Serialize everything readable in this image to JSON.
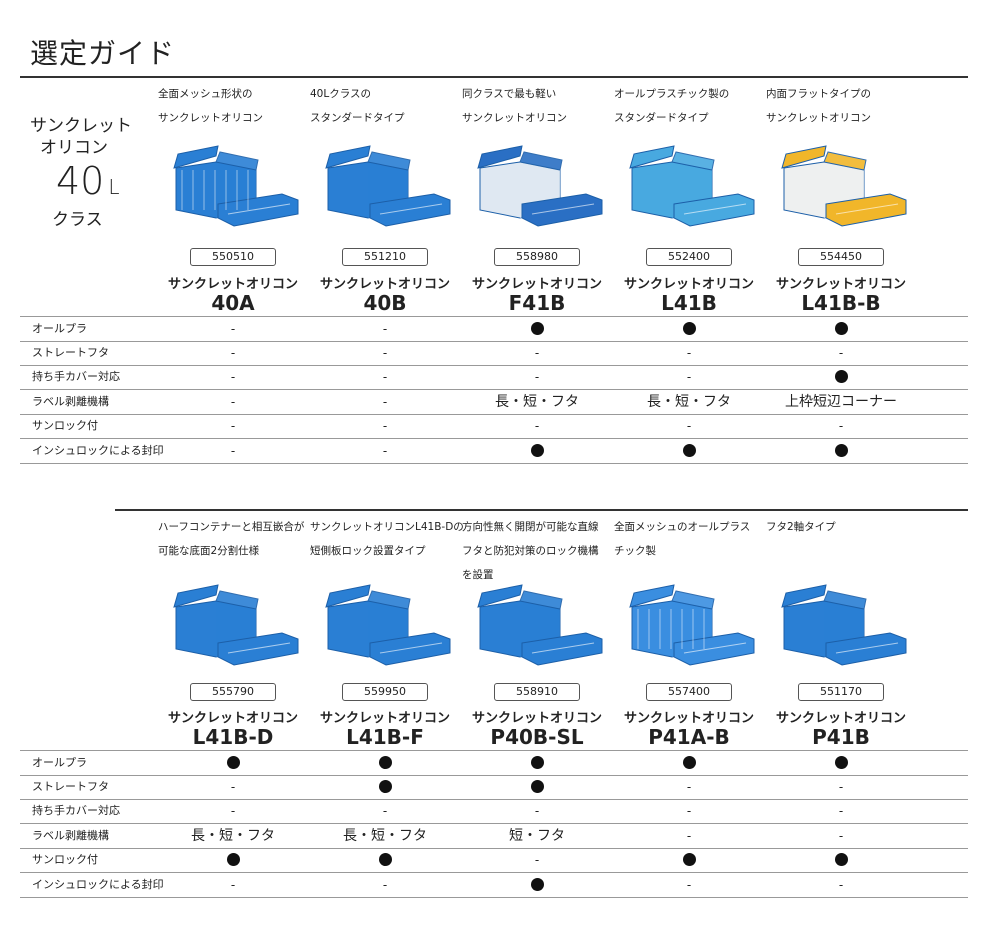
{
  "title": "選定ガイド",
  "lead": {
    "line1": "サンクレット",
    "line2": "オリコン",
    "big": "40",
    "unit": "L",
    "line4": "クラス"
  },
  "section1": {
    "products": [
      {
        "desc1": "全面メッシュ形状の",
        "desc2": "サンクレットオリコン",
        "code": "550510",
        "name": "サンクレットオリコン",
        "model": "40A",
        "image_icon": "blue-mesh-container-image",
        "color": "#2a7fd4",
        "lid_color": "#2a7fd4"
      },
      {
        "desc1": "40Lクラスの",
        "desc2": "スタンダードタイプ",
        "code": "551210",
        "name": "サンクレットオリコン",
        "model": "40B",
        "image_icon": "blue-standard-container-image",
        "color": "#2a7fd4",
        "lid_color": "#2a7fd4"
      },
      {
        "desc1": "同クラスで最も軽い",
        "desc2": "サンクレットオリコン",
        "code": "558980",
        "name": "サンクレットオリコン",
        "model": "F41B",
        "image_icon": "clear-body-blue-lid-container-image",
        "color": "#dfe8f2",
        "lid_color": "#2a6fc4"
      },
      {
        "desc1": "オールプラスチック製の",
        "desc2": "スタンダードタイプ",
        "code": "552400",
        "name": "サンクレットオリコン",
        "model": "L41B",
        "image_icon": "lightblue-container-image",
        "color": "#48a9e0",
        "lid_color": "#48a9e0"
      },
      {
        "desc1": "内面フラットタイプの",
        "desc2": "サンクレットオリコン",
        "code": "554450",
        "name": "サンクレットオリコン",
        "model": "L41B-B",
        "image_icon": "clear-body-yellow-lid-container-image",
        "color": "#eef0f0",
        "lid_color": "#f1b62a"
      }
    ],
    "rows": [
      {
        "label": "オールプラ",
        "values": [
          "-",
          "-",
          "●",
          "●",
          "●"
        ]
      },
      {
        "label": "ストレートフタ",
        "values": [
          "-",
          "-",
          "-",
          "-",
          "-"
        ]
      },
      {
        "label": "持ち手カバー対応",
        "values": [
          "-",
          "-",
          "-",
          "-",
          "●"
        ]
      },
      {
        "label": "ラベル剥離機構",
        "values": [
          "-",
          "-",
          "長・短・フタ",
          "長・短・フタ",
          "上枠短辺コーナー"
        ]
      },
      {
        "label": "サンロック付",
        "values": [
          "-",
          "-",
          "-",
          "-",
          "-"
        ]
      },
      {
        "label": "インシュロックによる封印",
        "values": [
          "-",
          "-",
          "●",
          "●",
          "●"
        ]
      }
    ]
  },
  "section2": {
    "products": [
      {
        "desc1": "ハーフコンテナーと相互嵌合が",
        "desc2": "可能な底面2分割仕様",
        "desc3": "",
        "code": "555790",
        "name": "サンクレットオリコン",
        "model": "L41B-D",
        "image_icon": "blue-halfsplit-container-image",
        "color": "#2a7fd4",
        "lid_color": "#2a7fd4"
      },
      {
        "desc1": "サンクレットオリコンL41B-Dの",
        "desc2": "短側板ロック設置タイプ",
        "desc3": "",
        "code": "559950",
        "name": "サンクレットオリコン",
        "model": "L41B-F",
        "image_icon": "blue-lock-container-image",
        "color": "#2a7fd4",
        "lid_color": "#2a7fd4"
      },
      {
        "desc1": "方向性無く開閉が可能な直線",
        "desc2": "フタと防犯対策のロック機構",
        "desc3": "を設置",
        "code": "558910",
        "name": "サンクレットオリコン",
        "model": "P40B-SL",
        "image_icon": "blue-straight-lid-container-image",
        "color": "#2a7fd4",
        "lid_color": "#2a7fd4"
      },
      {
        "desc1": "全面メッシュのオールプラス",
        "desc2": "チック製",
        "desc3": "",
        "code": "557400",
        "name": "サンクレットオリコン",
        "model": "P41A-B",
        "image_icon": "blue-mesh-plastic-container-image",
        "color": "#3a8ee0",
        "lid_color": "#3a8ee0"
      },
      {
        "desc1": "フタ2軸タイプ",
        "desc2": "",
        "desc3": "",
        "code": "551170",
        "name": "サンクレットオリコン",
        "model": "P41B",
        "image_icon": "blue-twoaxis-lid-container-image",
        "color": "#2a7fd4",
        "lid_color": "#2a7fd4"
      }
    ],
    "rows": [
      {
        "label": "オールプラ",
        "values": [
          "●",
          "●",
          "●",
          "●",
          "●"
        ]
      },
      {
        "label": "ストレートフタ",
        "values": [
          "-",
          "●",
          "●",
          "-",
          "-"
        ]
      },
      {
        "label": "持ち手カバー対応",
        "values": [
          "-",
          "-",
          "-",
          "-",
          "-"
        ]
      },
      {
        "label": "ラベル剥離機構",
        "values": [
          "長・短・フタ",
          "長・短・フタ",
          "短・フタ",
          "-",
          "-"
        ]
      },
      {
        "label": "サンロック付",
        "values": [
          "●",
          "●",
          "-",
          "●",
          "●"
        ]
      },
      {
        "label": "インシュロックによる封印",
        "values": [
          "-",
          "-",
          "●",
          "-",
          "-"
        ]
      }
    ]
  }
}
